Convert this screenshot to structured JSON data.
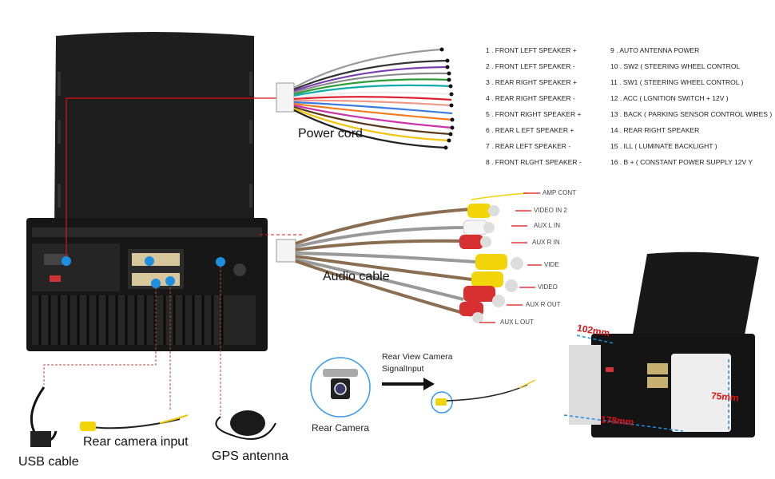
{
  "labels": {
    "power_cord": "Power cord",
    "audio_cable": "Audio cable",
    "usb_cable": "USB cable",
    "rear_camera_input": "Rear camera input",
    "gps_antenna": "GPS antenna",
    "rear_camera": "Rear Camera",
    "rear_view_signal_line1": "Rear View Camera",
    "rear_view_signal_line2": "SignalInput"
  },
  "power_pinout": {
    "left": [
      "1 . FRONT LEFT SPEAKER +",
      "2 . FRONT LEFT SPEAKER -",
      "3 . REAR RIGHT SPEAKER +",
      "4 . REAR RIGHT SPEAKER -",
      "5 . FRONT RIGHT SPEAKER +",
      "6 . REAR L EFT SPEAKER +",
      "7 . REAR LEFT SPEAKER -",
      "8 . FRONT RLGHT SPEAKER -"
    ],
    "right": [
      "9 . AUTO ANTENNA POWER",
      "10 . SW2 ( STEERING WHEEL CONTROL",
      "11 . SW1 ( STEERING WHEEL CONTROL )",
      "12 . ACC ( LGNITION SWITCH + 12V )",
      "13 . BACK ( PARKING SENSOR CONTROL WIRES )",
      "14 . REAR RIGHT SPEAKER",
      "15 . ILL ( LUMINATE BACKLIGHT )",
      "16 . B + ( CONSTANT POWER SUPPLY 12V Y"
    ]
  },
  "audio_connectors": [
    "AMP CONT",
    "VIDEO IN 2",
    "AUX L IN",
    "AUX R IN",
    "VIDE",
    "VIDEO",
    "AUX R OUT",
    "AUX L OUT"
  ],
  "dimensions": {
    "depth": "102mm",
    "width": "178mm",
    "height": "75mm"
  },
  "colors": {
    "callout_line": "#e01010",
    "port_marker": "#1e8fe0",
    "dimension_line": "#1e8fe0",
    "unit_body": "#1c1c1c"
  }
}
